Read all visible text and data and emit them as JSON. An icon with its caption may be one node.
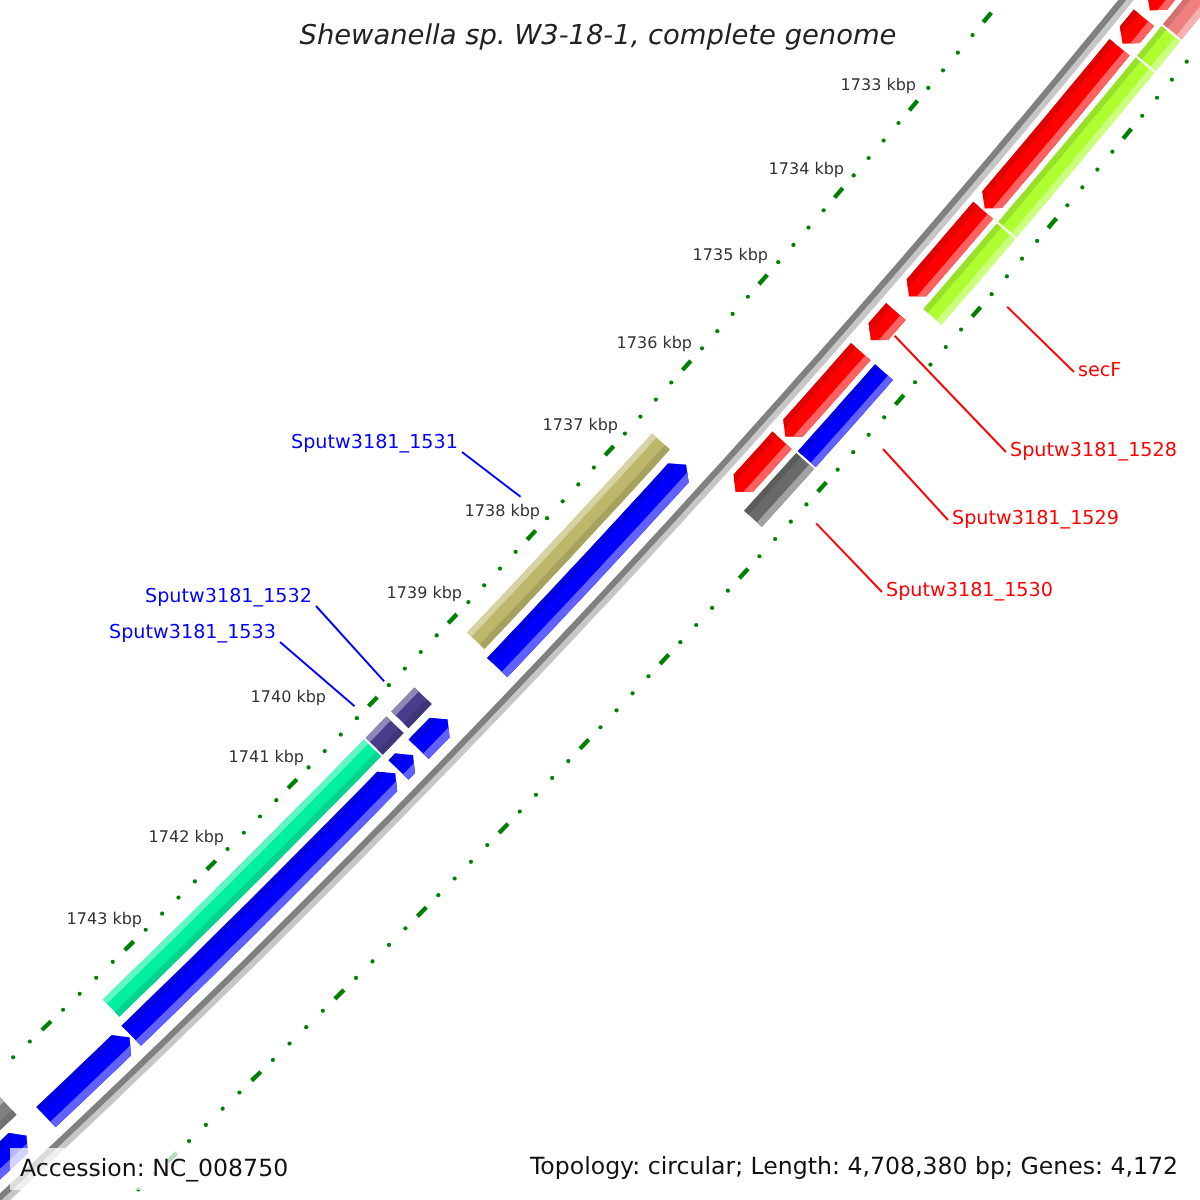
{
  "diagram": {
    "title": "Shewanella sp. W3-18-1, complete genome",
    "nodes": [
      {
        "text": [
          "secF"
        ]
      },
      {
        "text": [
          "Sputw3181_1528"
        ]
      },
      {
        "text": [
          "Sputw3181_1529"
        ]
      },
      {
        "text": [
          "Sputw3181_1530"
        ]
      },
      {
        "text": [
          "Sputw3181_1531"
        ]
      },
      {
        "text": [
          "Sputw3181_1532"
        ]
      },
      {
        "text": [
          "Sputw3181_1533"
        ]
      },
      {
        "text": [],
        "shape": "pentagon"
      },
      {
        "text": [],
        "shape": "pentagon"
      },
      {
        "text": [],
        "shape": "pentagon"
      },
      {
        "text": [],
        "shape": "pentagon"
      },
      {
        "text": [],
        "shape": "pentagon"
      },
      {
        "text": [],
        "shape": "pentagon"
      },
      {
        "text": [],
        "shape": "pentagon"
      },
      {
        "text": [],
        "shape": "bar"
      },
      {
        "text": [],
        "shape": "bar"
      },
      {
        "text": [],
        "shape": "bar"
      },
      {
        "text": [],
        "shape": "bar"
      },
      {
        "text": [],
        "shape": "bar"
      },
      {
        "text": [],
        "shape": "bar"
      },
      {
        "text": [],
        "shape": "pentagon"
      },
      {
        "text": [],
        "shape": "pentagon"
      },
      {
        "text": [],
        "shape": "pentagon"
      },
      {
        "text": [],
        "shape": "pentagon"
      },
      {
        "text": [],
        "shape": "pentagon"
      },
      {
        "text": [],
        "shape": "pentagon"
      },
      {
        "text": [],
        "shape": "bar"
      },
      {
        "text": [],
        "shape": "bar"
      },
      {
        "text": [],
        "shape": "bar"
      },
      {
        "text": [],
        "shape": "bar"
      },
      {
        "text": [],
        "shape": "bar"
      }
    ],
    "edges": [
      {
        "from": 0,
        "to": 17,
        "arrow": "none"
      },
      {
        "from": 1,
        "to": 11,
        "arrow": "none"
      },
      {
        "from": 2,
        "to": 18,
        "arrow": "none"
      },
      {
        "from": 3,
        "to": 19,
        "arrow": "none"
      },
      {
        "from": 4,
        "to": 26,
        "arrow": "none",
        "color": "#0000ff"
      },
      {
        "from": 5,
        "to": 27,
        "arrow": "none",
        "color": "#0000ff"
      },
      {
        "from": 6,
        "to": 28,
        "arrow": "none",
        "color": "#0000ff"
      }
    ],
    "labels": [
      "1733 kbp",
      "1734 kbp",
      "1735 kbp",
      "1736 kbp",
      "1737 kbp",
      "1738 kbp",
      "1739 kbp",
      "1740 kbp",
      "1741 kbp",
      "1742 kbp",
      "1743 kbp",
      "Accession: NC_008750",
      "Topology: circular; Length: 4,708,380 bp; Genes: 4,172"
    ]
  }
}
